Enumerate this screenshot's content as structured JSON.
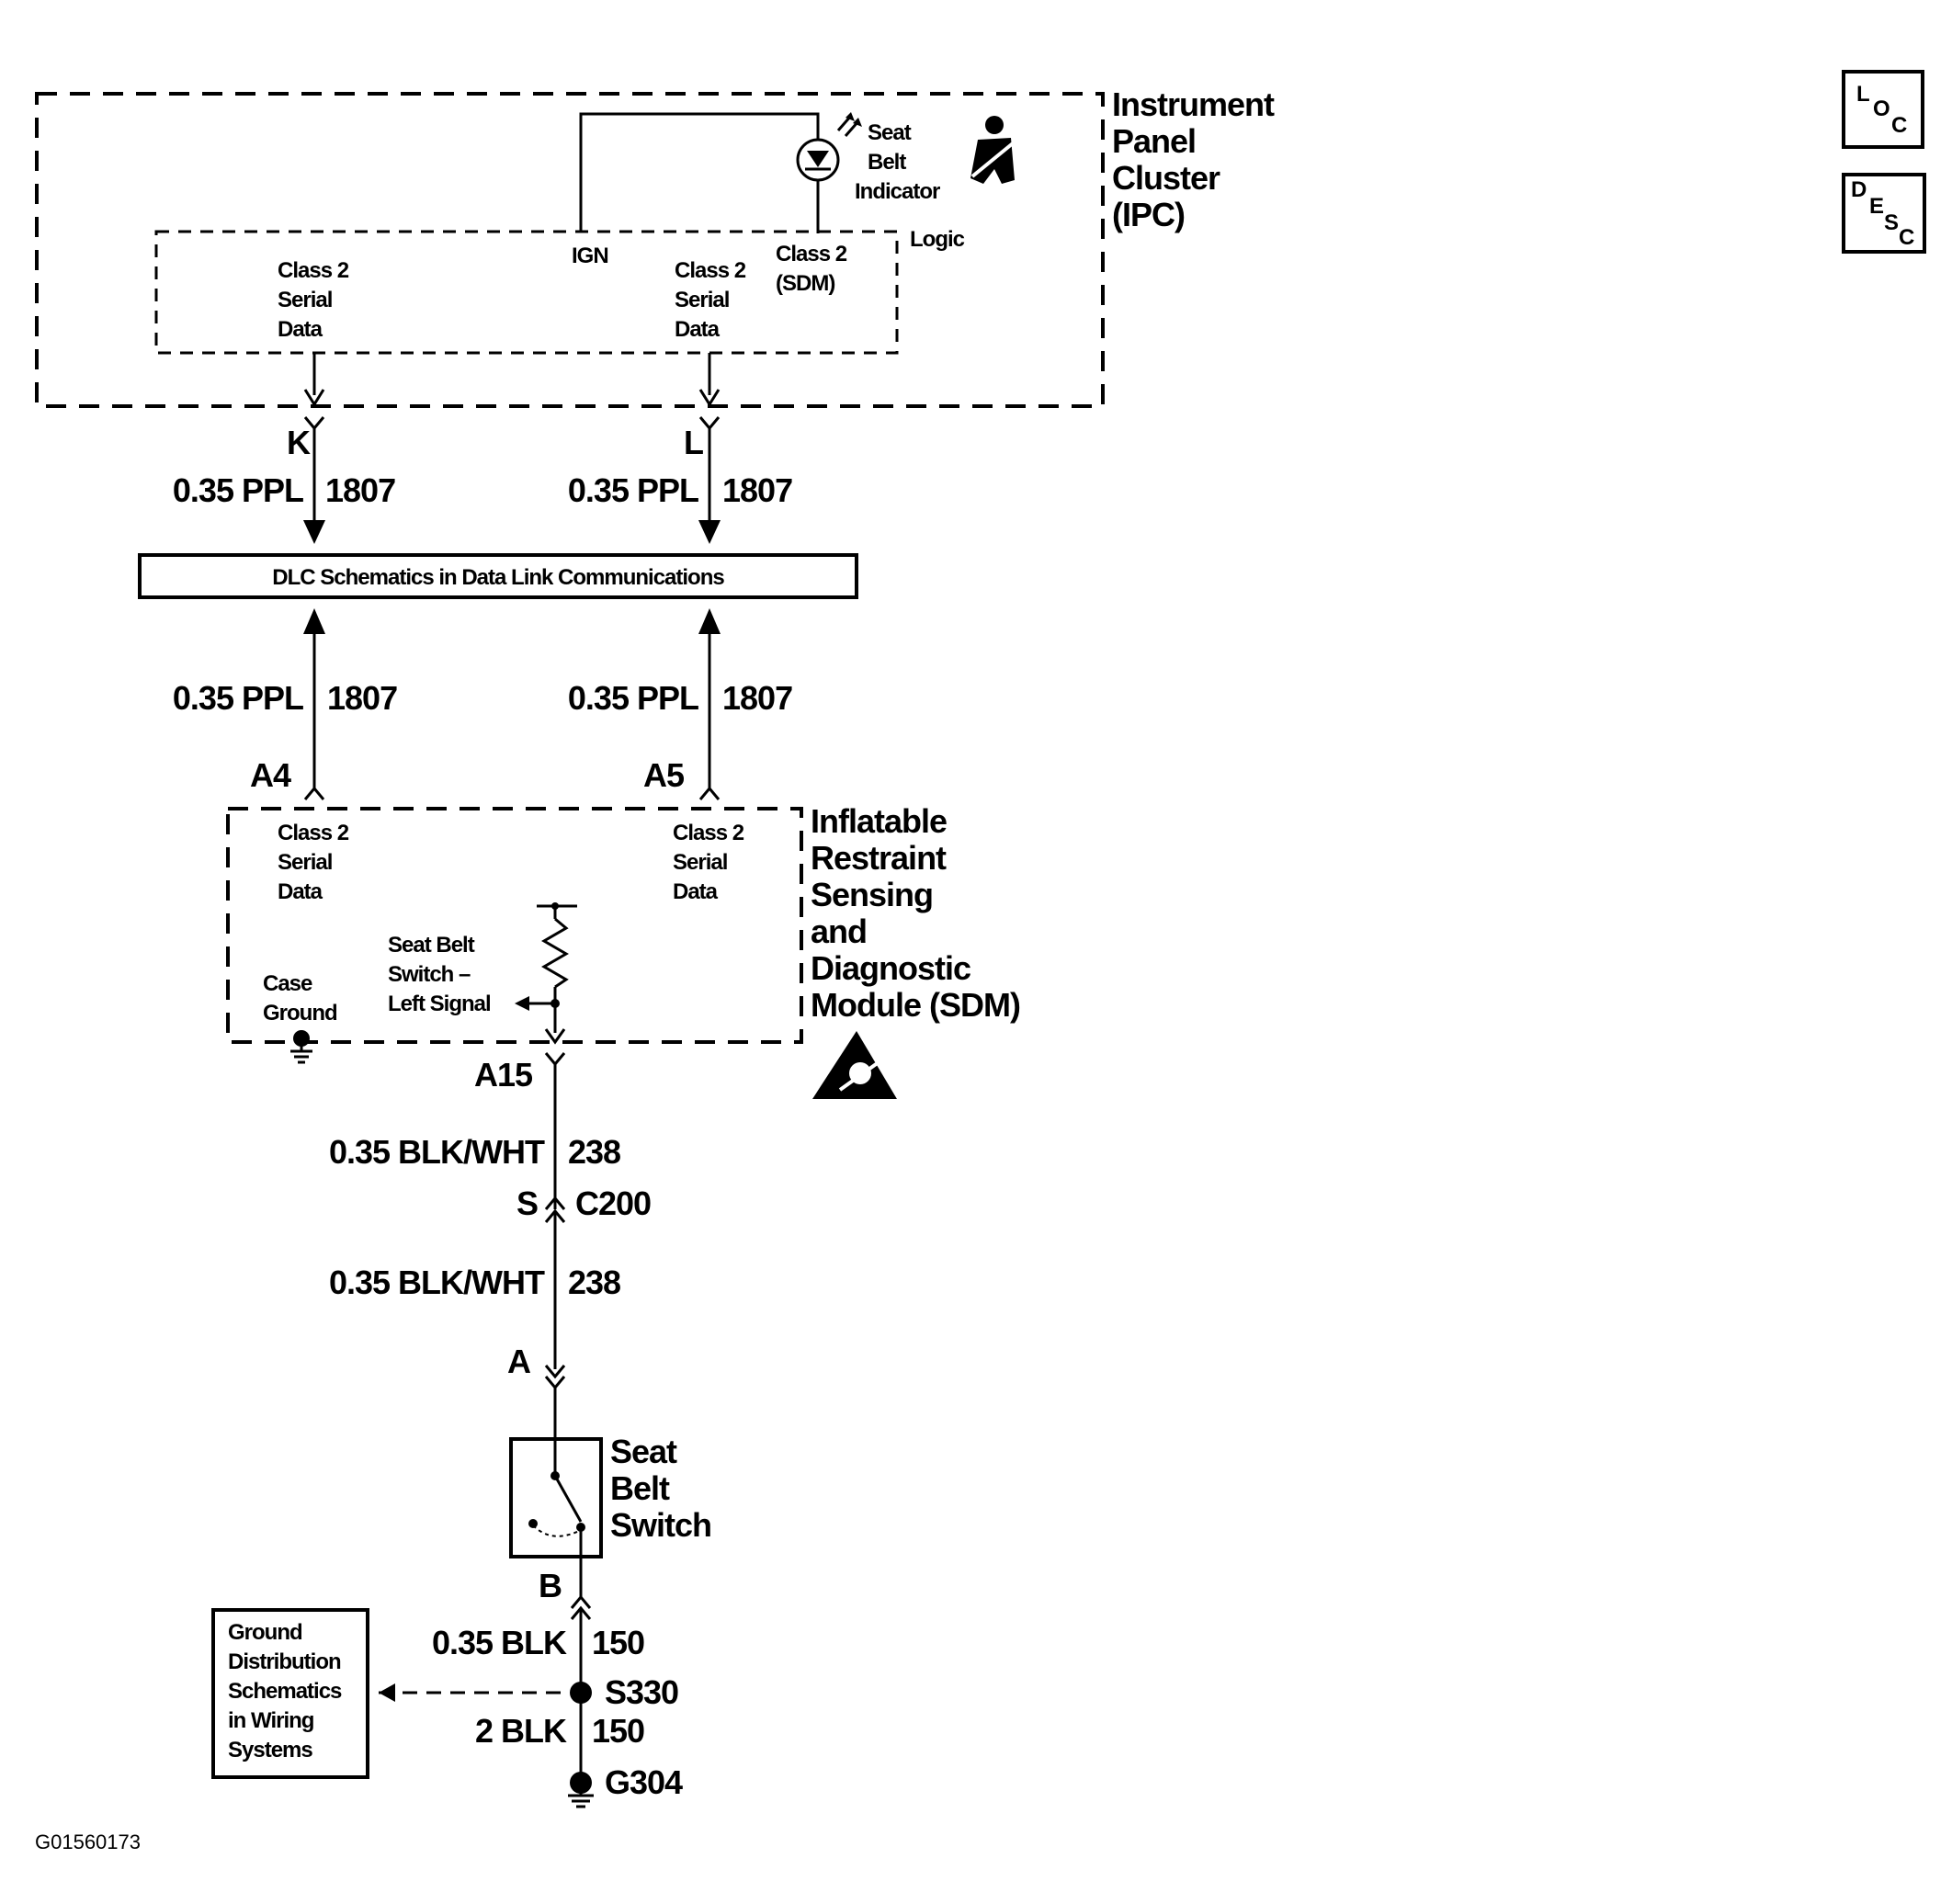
{
  "ipc": {
    "name": [
      "Instrument",
      "Panel",
      "Cluster",
      "(IPC)"
    ],
    "logic_label": "Logic",
    "serial_left": [
      "Class 2",
      "Serial",
      "Data"
    ],
    "serial_right": [
      "Class 2",
      "Serial",
      "Data"
    ],
    "ign_label": "IGN",
    "class2_sdm": [
      "Class 2",
      "(SDM)"
    ],
    "indicator_label": [
      "Seat",
      "Belt",
      "Indicator"
    ]
  },
  "dlc_box": {
    "label": "DLC Schematics in Data Link Communications"
  },
  "connectors": {
    "ipc_left": "K",
    "ipc_right": "L",
    "sdm_left": "A4",
    "sdm_right": "A5",
    "sdm_bottom": "A15",
    "inline_s": "S",
    "inline_c": "C200",
    "switch_top": "A",
    "switch_bottom": "B"
  },
  "wires": {
    "upper_left": {
      "gauge": "0.35 PPL",
      "circuit": "1807"
    },
    "upper_right": {
      "gauge": "0.35 PPL",
      "circuit": "1807"
    },
    "lower_left": {
      "gauge": "0.35 PPL",
      "circuit": "1807"
    },
    "lower_right": {
      "gauge": "0.35 PPL",
      "circuit": "1807"
    },
    "sdm_to_c200": {
      "gauge": "0.35 BLK/WHT",
      "circuit": "238"
    },
    "c200_to_switch": {
      "gauge": "0.35 BLK/WHT",
      "circuit": "238"
    },
    "switch_to_splice": {
      "gauge": "0.35 BLK",
      "circuit": "150"
    },
    "splice_to_ground": {
      "gauge": "2 BLK",
      "circuit": "150"
    }
  },
  "sdm": {
    "name": [
      "Inflatable",
      "Restraint",
      "Sensing",
      "and",
      "Diagnostic",
      "Module (SDM)"
    ],
    "serial_left": [
      "Class 2",
      "Serial",
      "Data"
    ],
    "serial_right": [
      "Class 2",
      "Serial",
      "Data"
    ],
    "case_ground": [
      "Case",
      "Ground"
    ],
    "signal_label": [
      "Seat Belt",
      "Switch –",
      "Left Signal"
    ]
  },
  "seat_belt_switch": {
    "name": [
      "Seat",
      "Belt",
      "Switch"
    ]
  },
  "splice": {
    "label": "S330"
  },
  "ground": {
    "label": "G304"
  },
  "ground_dist_box": {
    "label": [
      "Ground",
      "Distribution",
      "Schematics",
      "in Wiring",
      "Systems"
    ]
  },
  "side_icons": {
    "loc": [
      "L",
      "O",
      "C"
    ],
    "desc": [
      "D",
      "E",
      "S",
      "C"
    ]
  },
  "figure_id": "G01560173"
}
